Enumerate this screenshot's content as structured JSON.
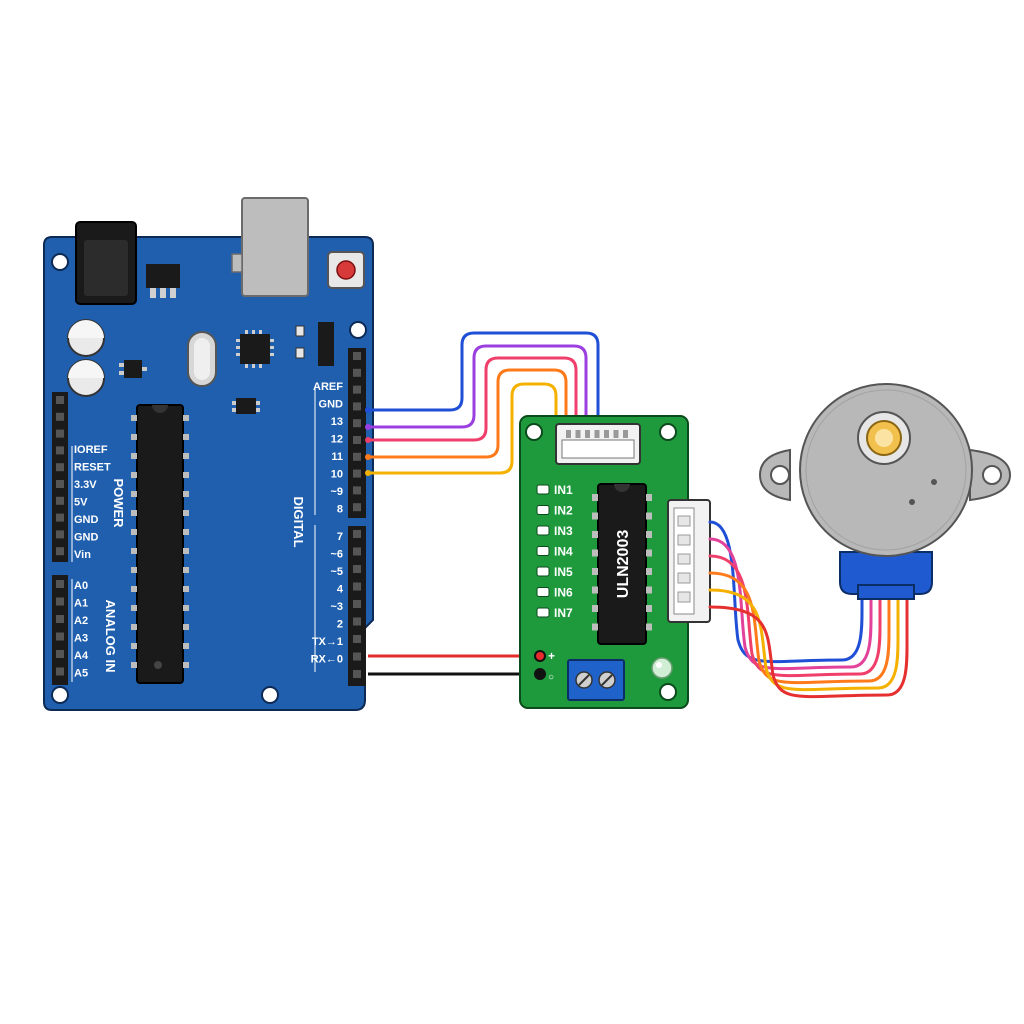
{
  "arduino": {
    "power_section": "POWER",
    "analog_section": "ANALOG IN",
    "digital_section": "DIGITAL",
    "power_pins": [
      "IOREF",
      "RESET",
      "3.3V",
      "5V",
      "GND",
      "GND",
      "Vin"
    ],
    "analog_pins": [
      "A0",
      "A1",
      "A2",
      "A3",
      "A4",
      "A5"
    ],
    "digital_pins_top": [
      "AREF",
      "GND",
      "13",
      "12",
      "11",
      "10",
      "~9",
      "8"
    ],
    "digital_pins_bottom": [
      "7",
      "~6",
      "~5",
      "4",
      "~3",
      "2",
      "TX→1",
      "RX←0"
    ]
  },
  "driver": {
    "chip_label": "ULN2003",
    "inputs": [
      "IN1",
      "IN2",
      "IN3",
      "IN4",
      "IN5",
      "IN6",
      "IN7"
    ],
    "power_plus": "+",
    "power_minus": "○"
  },
  "wires": {
    "signal_colors": [
      "#1f4fd6",
      "#9b3fe0",
      "#ef3f6a",
      "#ff7a1a",
      "#f5b100"
    ],
    "motor_colors": [
      "#1f4fd6",
      "#e2429a",
      "#ef3f6a",
      "#ff7a1a",
      "#f5b100",
      "#e63030"
    ],
    "power_color": "#e52b2b",
    "ground_color": "#111111"
  },
  "colors": {
    "arduino_board": "#1f5fae",
    "driver_board": "#1e9a3c",
    "motor_body": "#b8b8b8",
    "motor_base": "#1f5ad0"
  }
}
